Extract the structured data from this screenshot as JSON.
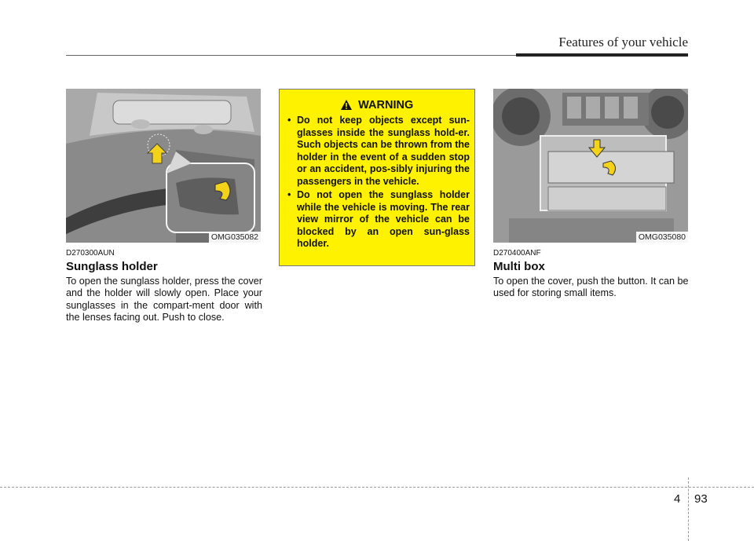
{
  "header": {
    "title": "Features of your vehicle"
  },
  "sunglass": {
    "caption": "OMG035082",
    "code": "D270300AUN",
    "heading": "Sunglass holder",
    "body": "To open the sunglass holder, press the cover and the holder will slowly open. Place your sunglasses in the compart-ment door with the lenses facing out. Push to close."
  },
  "warning": {
    "title": "WARNING",
    "items": [
      "Do not keep objects except sun-glasses inside the sunglass hold-er. Such objects can be thrown from the holder in the event of a sudden stop or an accident, pos-sibly injuring the passengers in the vehicle.",
      "Do not open the sunglass holder while the vehicle is moving. The rear view mirror of the vehicle can be blocked by an open sun-glass holder."
    ],
    "color": "#fff200"
  },
  "multibox": {
    "caption": "OMG035080",
    "code": "D270400ANF",
    "heading": "Multi box",
    "body": "To open the cover, push the button. It can be used for storing small items."
  },
  "footer": {
    "chapter": "4",
    "page": "93"
  }
}
